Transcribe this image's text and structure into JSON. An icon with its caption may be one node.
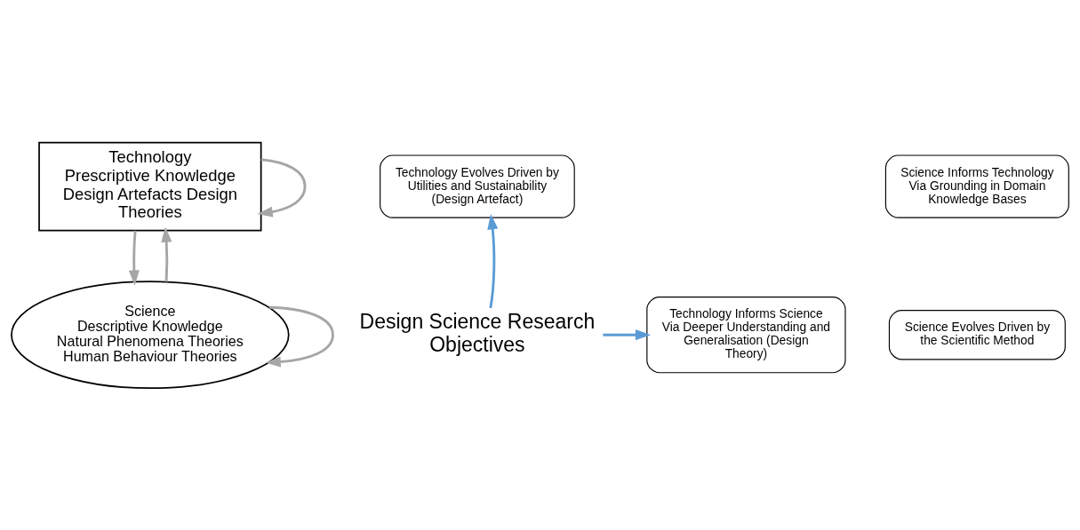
{
  "diagram": {
    "nodes": [
      {
        "text": [
          "Technology",
          "Prescriptive Knowledge Design Artefacts Design Theories"
        ]
      },
      {
        "text": [
          "Science",
          "Descriptive Knowledge Natural Phenomena Theories Human Behaviour Theories"
        ]
      },
      {
        "text": [
          "Technology Evolves Driven by Utilities and Sustainability (Design Artefact)"
        ]
      },
      {
        "text": [
          "Design Science Research Objectives"
        ]
      },
      {
        "text": [
          "Technology Informs Science Via Deeper Understanding and Generalisation (Design Theory)"
        ]
      },
      {
        "text": [
          "Science Informs Technology Via Grounding in Domain Knowledge Bases"
        ]
      },
      {
        "text": [
          "Science Evolves Driven by the Scientific Method"
        ]
      }
    ],
    "edges": [
      {
        "from": 0,
        "to": 0,
        "arrow": "to"
      },
      {
        "from": 0,
        "to": 1,
        "arrow": "to"
      },
      {
        "from": 1,
        "to": 0,
        "arrow": "to"
      },
      {
        "from": 1,
        "to": 1,
        "arrow": "to"
      },
      {
        "from": 3,
        "to": 2,
        "arrow": "to",
        "color": "#5b9bd5"
      },
      {
        "from": 3,
        "to": 4,
        "arrow": "to",
        "color": "#5b9bd5"
      }
    ]
  }
}
